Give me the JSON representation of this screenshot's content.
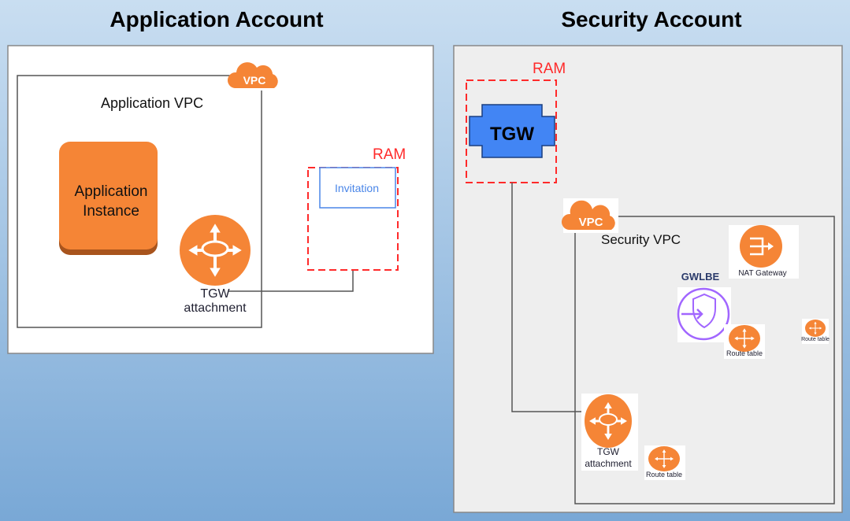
{
  "left_account": {
    "title": "Application Account",
    "vpc_icon": "VPC",
    "vpc_label": "Application VPC",
    "instance": {
      "line1": "Application",
      "line2": "Instance"
    },
    "tgw_attachment": {
      "line1": "TGW",
      "line2": "attachment"
    },
    "ram_label": "RAM",
    "invitation": "Invitation"
  },
  "right_account": {
    "title": "Security Account",
    "ram_label": "RAM",
    "tgw": "TGW",
    "vpc_icon": "VPC",
    "vpc_label": "Security VPC",
    "nat_gateway": "NAT Gateway",
    "gwlbe": "GWLBE",
    "route_tables": [
      "Route table",
      "Route table",
      "Route table"
    ],
    "tgw_attachment": {
      "line1": "TGW",
      "line2": "attachment"
    }
  },
  "colors": {
    "aws_orange": "#f58536",
    "ram_red": "#ff2a2a",
    "tgw_blue": "#4285f4",
    "invitation_blue": "#4a86e8",
    "gwlbe_purple": "#a166ff"
  }
}
